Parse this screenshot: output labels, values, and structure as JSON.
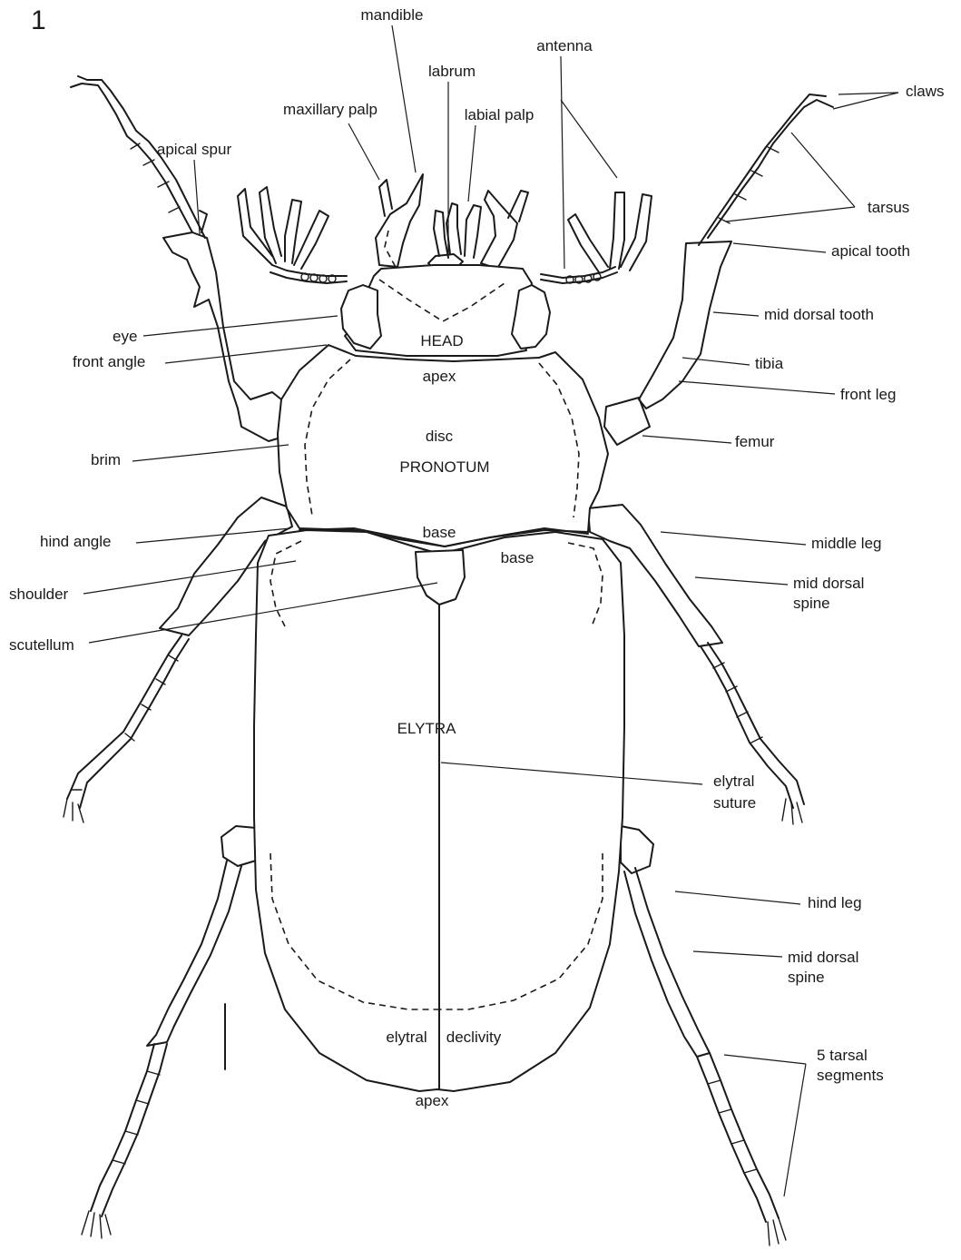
{
  "figure_number": "1",
  "regions": {
    "head": "HEAD",
    "head_apex": "apex",
    "disc": "disc",
    "pronotum": "PRONOTUM",
    "pronotum_base": "base",
    "elytra_base": "base",
    "elytra": "ELYTRA",
    "declivity_a": "elytral",
    "declivity_b": "declivity",
    "elytra_apex": "apex"
  },
  "labels": {
    "mandible": "mandible",
    "labrum": "labrum",
    "antenna": "antenna",
    "maxillary_palp": "maxillary palp",
    "labial_palp": "labial palp",
    "apical_spur": "apical spur",
    "claws": "claws",
    "tarsus": "tarsus",
    "apical_tooth": "apical tooth",
    "eye": "eye",
    "mid_dorsal_tooth": "mid dorsal tooth",
    "front_angle": "front angle",
    "tibia": "tibia",
    "front_leg": "front leg",
    "brim": "brim",
    "femur": "femur",
    "hind_angle": "hind angle",
    "middle_leg": "middle leg",
    "shoulder": "shoulder",
    "mid_dorsal_spine_1a": "mid dorsal",
    "mid_dorsal_spine_1b": "spine",
    "scutellum": "scutellum",
    "elytral_suture_a": "elytral",
    "elytral_suture_b": "suture",
    "hind_leg": "hind leg",
    "mid_dorsal_spine_2a": "mid dorsal",
    "mid_dorsal_spine_2b": "spine",
    "tarsal_segments_a": "5 tarsal",
    "tarsal_segments_b": "segments"
  }
}
